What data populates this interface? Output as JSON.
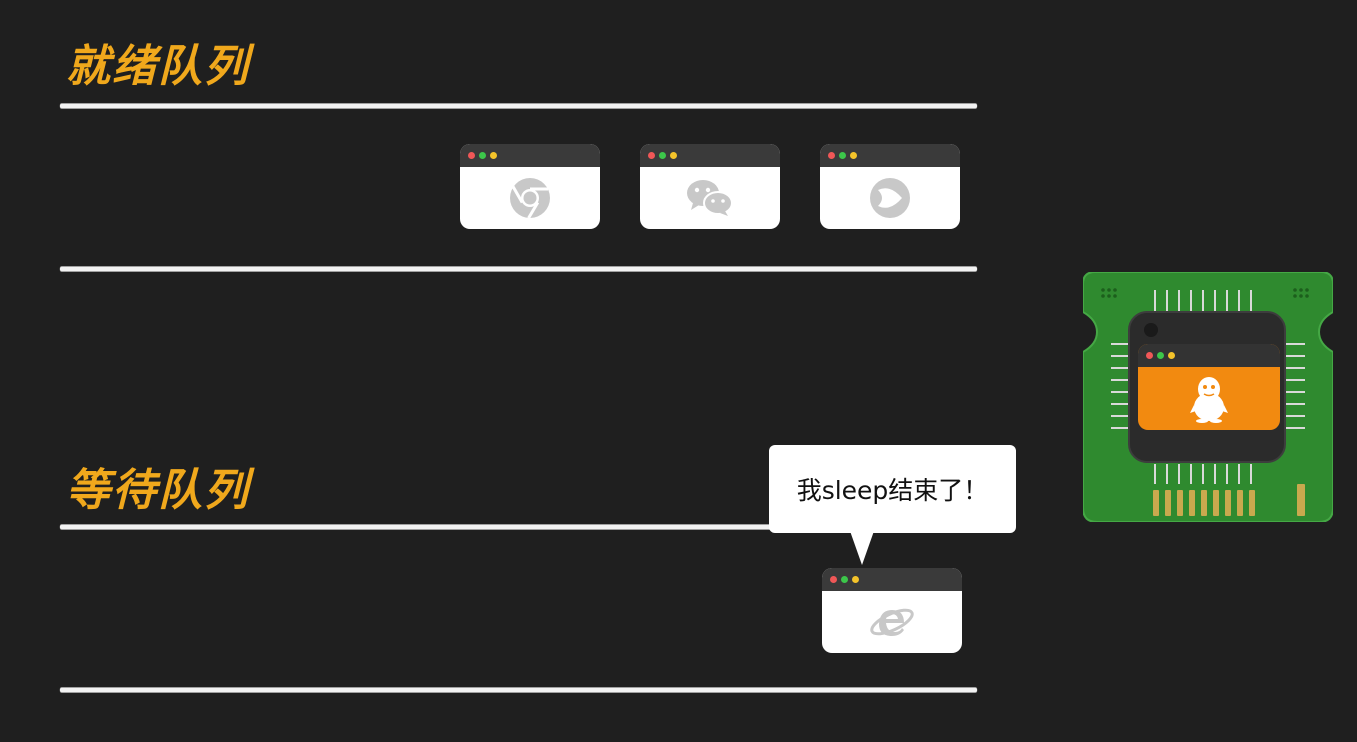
{
  "ready_queue": {
    "title": "就绪队列",
    "processes": [
      {
        "icon": "chrome-icon"
      },
      {
        "icon": "wechat-icon"
      },
      {
        "icon": "video-player-icon"
      }
    ]
  },
  "waiting_queue": {
    "title": "等待队列",
    "processes": [
      {
        "icon": "internet-explorer-icon"
      }
    ]
  },
  "speech_bubble": {
    "text": "我sleep结束了！"
  },
  "cpu": {
    "running_process_icon": "qq-penguin-icon",
    "running_color": "#f28a10",
    "board_color": "#2f8a2f"
  },
  "colors": {
    "background": "#1f1f1f",
    "title": "#f0a81c",
    "line": "#f2f2f2"
  }
}
